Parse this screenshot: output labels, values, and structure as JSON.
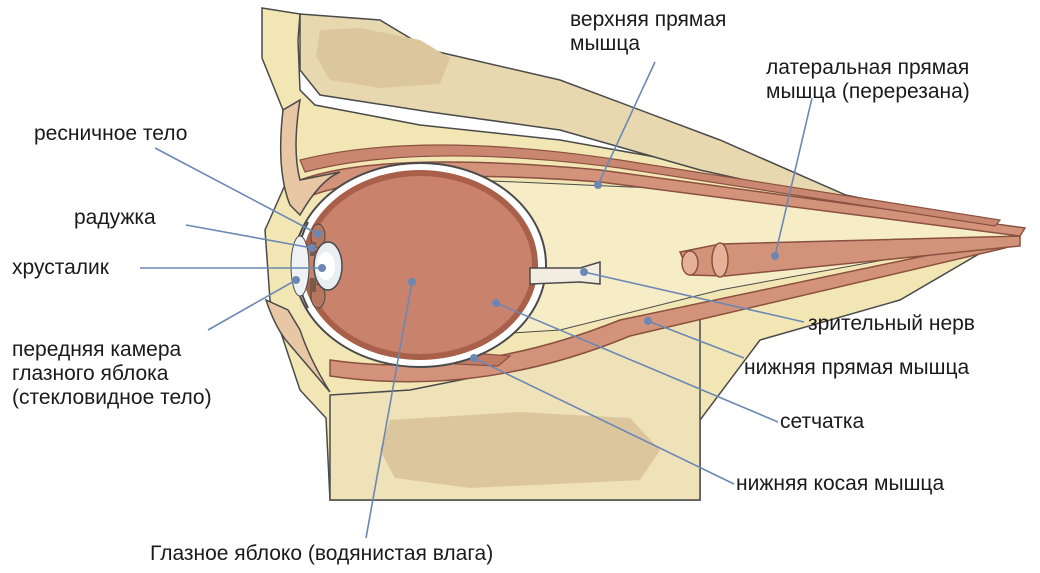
{
  "labels": {
    "superior_rectus": "верхняя прямая\nмышца",
    "lateral_rectus": "латеральная прямая\nмышца (перерезана)",
    "ciliary_body": "ресничное тело",
    "iris": "радужка",
    "lens": "хрусталик",
    "anterior_chamber": "передняя камера\nглазного яблока\n(стекловидное тело)",
    "optic_nerve": "зрительный нерв",
    "inferior_rectus": "нижняя прямая мышца",
    "retina": "сетчатка",
    "inferior_oblique": "нижняя косая мышца",
    "eyeball": "Глазное яблоко (водянистая влага)"
  },
  "colors": {
    "skull": "#f2e7b4",
    "bone": "#e3cfa2",
    "muscle": "#d3937a",
    "muscle_dark": "#a8604a",
    "eyeball": "#c9826c",
    "eyeball_rim": "#8a5040",
    "leader_line": "#6b88b4",
    "outline": "#4a4a4a"
  }
}
